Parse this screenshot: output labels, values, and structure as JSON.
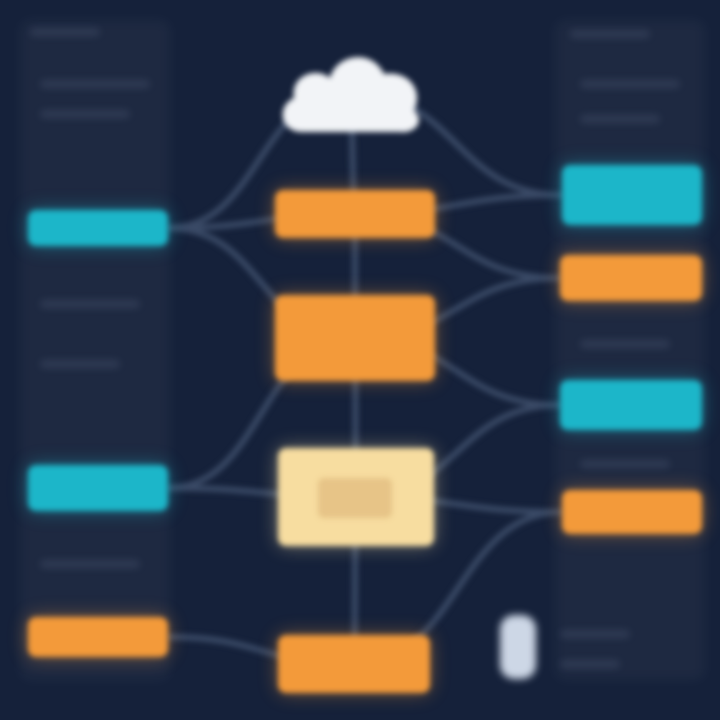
{
  "diagram": {
    "nodes": [
      {
        "id": "cloud",
        "shape": "cloud",
        "color": "#f2f4f7"
      },
      {
        "id": "center-top",
        "shape": "box",
        "color": "#f39a3a"
      },
      {
        "id": "center-mid",
        "shape": "box",
        "color": "#f39a3a"
      },
      {
        "id": "center-low",
        "shape": "box",
        "color": "#f7dda0"
      },
      {
        "id": "center-bottom",
        "shape": "box",
        "color": "#f39a3a"
      },
      {
        "id": "left-1",
        "shape": "box",
        "color": "#1cb6c9"
      },
      {
        "id": "left-2",
        "shape": "box",
        "color": "#1cb6c9"
      },
      {
        "id": "left-3",
        "shape": "box",
        "color": "#f39a3a"
      },
      {
        "id": "right-1",
        "shape": "box",
        "color": "#1cb6c9"
      },
      {
        "id": "right-2",
        "shape": "box",
        "color": "#f39a3a"
      },
      {
        "id": "right-3",
        "shape": "box",
        "color": "#1cb6c9"
      },
      {
        "id": "right-4",
        "shape": "box",
        "color": "#f39a3a"
      },
      {
        "id": "device",
        "shape": "device",
        "color": "#cdd7e6"
      }
    ],
    "links": [
      [
        "cloud",
        "right-1"
      ],
      [
        "cloud",
        "left-1"
      ],
      [
        "left-1",
        "center-top"
      ],
      [
        "left-1",
        "center-mid"
      ],
      [
        "center-top",
        "right-1"
      ],
      [
        "center-top",
        "right-2"
      ],
      [
        "center-mid",
        "right-2"
      ],
      [
        "center-mid",
        "right-3"
      ],
      [
        "center-mid",
        "left-2"
      ],
      [
        "center-low",
        "right-3"
      ],
      [
        "center-low",
        "right-4"
      ],
      [
        "center-low",
        "left-2"
      ],
      [
        "left-3",
        "center-bottom"
      ],
      [
        "center-bottom",
        "right-4"
      ],
      [
        "cloud",
        "center-top"
      ],
      [
        "center-top",
        "center-mid"
      ],
      [
        "center-mid",
        "center-low"
      ],
      [
        "center-low",
        "center-bottom"
      ]
    ],
    "colors": {
      "background": "#15213a",
      "link": "#3a4a66",
      "orange": "#f39a3a",
      "cyan": "#1cb6c9",
      "cream": "#f7dda0"
    }
  }
}
